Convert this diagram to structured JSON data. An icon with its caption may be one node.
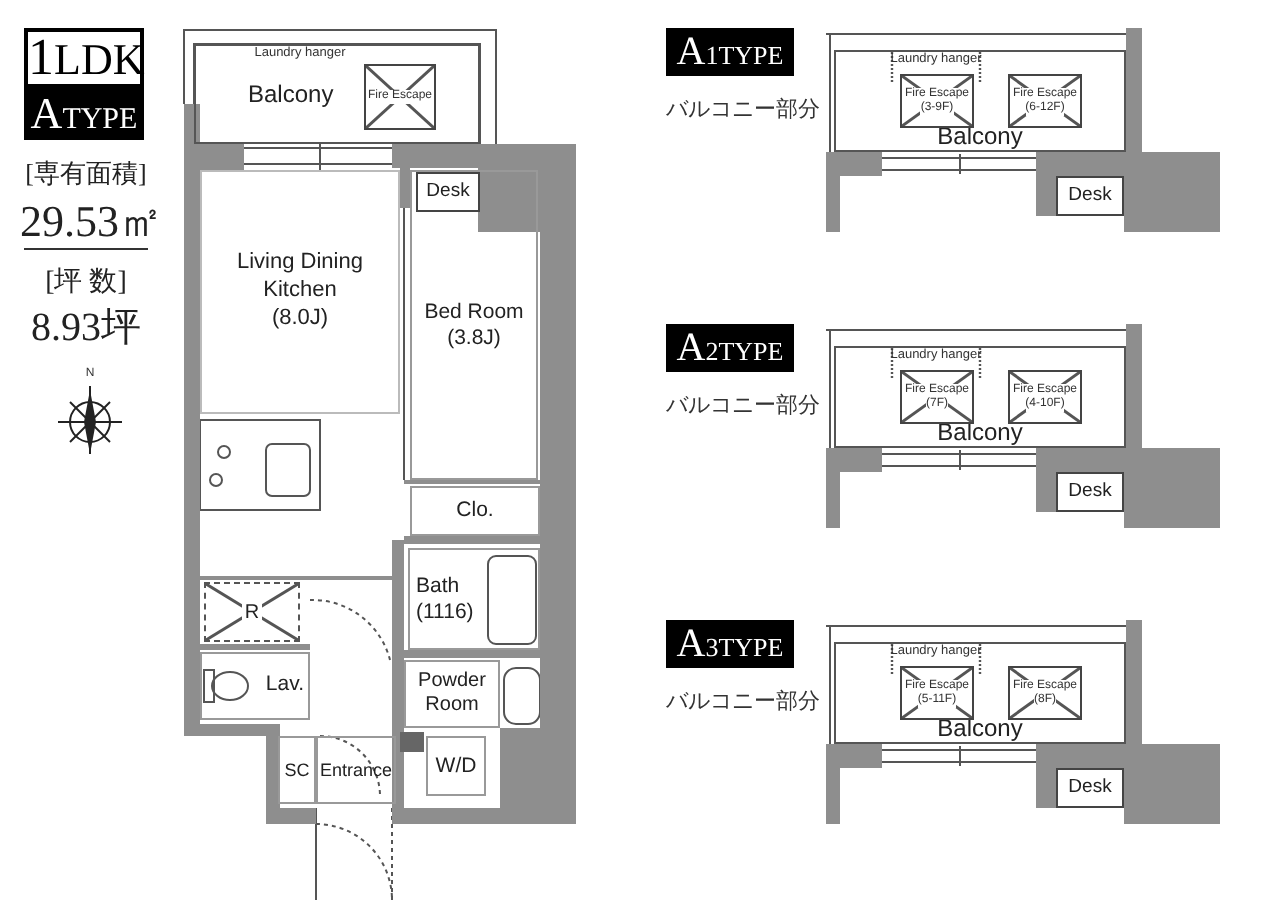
{
  "diagram": {
    "nodes": [
      {
        "text": [
          "Balcony"
        ]
      },
      {
        "text": [
          "Fire Escape"
        ],
        "in": 0
      },
      {
        "text": [
          "Living Dining Kitchen",
          "(8.0J)"
        ]
      },
      {
        "text": [
          "Bed Room",
          "(3.8J)"
        ]
      },
      {
        "text": [
          "Desk"
        ],
        "in": 3
      },
      {
        "text": [
          "Clo."
        ]
      },
      {
        "text": [
          "Bath",
          "(1116)"
        ]
      },
      {
        "text": [
          "R"
        ]
      },
      {
        "text": [
          "Lav."
        ]
      },
      {
        "text": [
          "Powder Room"
        ]
      },
      {
        "text": [
          "SC"
        ]
      },
      {
        "text": [
          "Entrance"
        ]
      },
      {
        "text": [
          "W/D"
        ]
      },
      {
        "text": [
          "Balcony"
        ]
      },
      {
        "text": [
          "Fire Escape",
          "(3-9F)"
        ],
        "in": 13
      },
      {
        "text": [
          "Fire Escape",
          "(6-12F)"
        ],
        "in": 13
      },
      {
        "text": [
          "Desk"
        ]
      },
      {
        "text": [
          "Balcony"
        ]
      },
      {
        "text": [
          "Fire Escape",
          "(7F)"
        ],
        "in": 17
      },
      {
        "text": [
          "Fire Escape",
          "(4-10F)"
        ],
        "in": 17
      },
      {
        "text": [
          "Desk"
        ]
      },
      {
        "text": [
          "Balcony"
        ]
      },
      {
        "text": [
          "Fire Escape",
          "(5-11F)"
        ],
        "in": 21
      },
      {
        "text": [
          "Fire Escape",
          "(8F)"
        ],
        "in": 21
      },
      {
        "text": [
          "Desk"
        ]
      }
    ],
    "labels": [
      "1LDK",
      "ATYPE",
      "[専有面積]",
      "29.53㎡",
      "[坪 数]",
      "8.93坪",
      "N",
      "Laundry hanger",
      "A1TYPE",
      "バルコニー部分",
      "Laundry hanger",
      "A2TYPE",
      "バルコニー部分",
      "Laundry hanger",
      "A3TYPE",
      "バルコニー部分",
      "Laundry hanger"
    ]
  }
}
